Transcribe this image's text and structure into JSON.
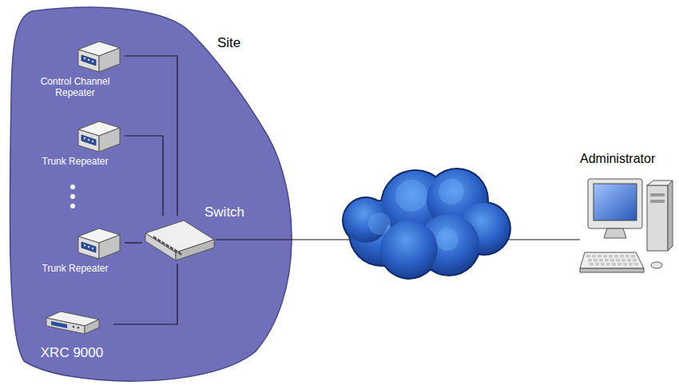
{
  "diagram": {
    "nodes": [
      {
        "text": [
          "Site"
        ]
      },
      {
        "text": [
          "Control Channel Repeater"
        ],
        "in": 0
      },
      {
        "text": [
          "Trunk Repeater"
        ],
        "in": 0
      },
      {
        "text": [
          "Trunk Repeater"
        ],
        "in": 0
      },
      {
        "text": [
          "Switch"
        ],
        "in": 0
      },
      {
        "text": [
          "XRC 9000"
        ],
        "in": 0
      },
      {
        "text": [
          "Administrator"
        ]
      }
    ],
    "edges": [
      {
        "from": 1,
        "to": 4,
        "arrow": "none"
      },
      {
        "from": 2,
        "to": 4,
        "arrow": "none"
      },
      {
        "from": 3,
        "to": 4,
        "arrow": "none"
      },
      {
        "from": 5,
        "to": 4,
        "arrow": "none"
      },
      {
        "from": 4,
        "to": 6,
        "arrow": "none"
      }
    ]
  }
}
